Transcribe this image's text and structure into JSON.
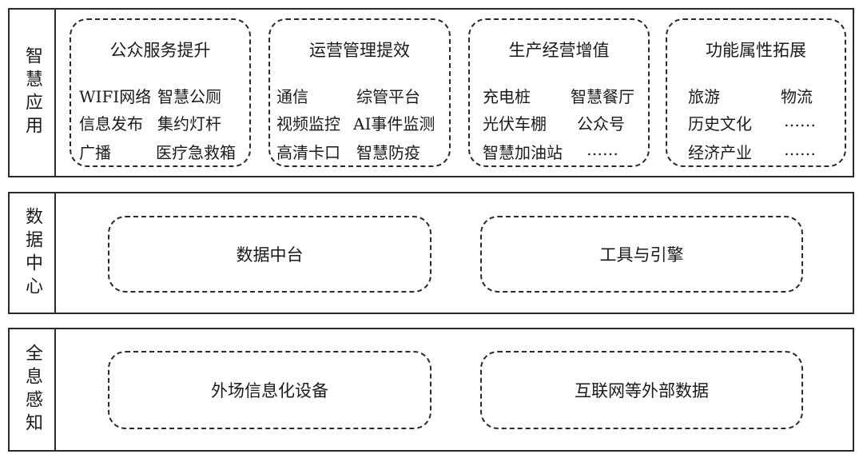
{
  "layers": [
    {
      "label": "智慧应用",
      "groups": [
        {
          "title": "公众服务提升",
          "rows": [
            [
              "WIFI网络",
              "智慧公厕"
            ],
            [
              "信息发布",
              "集约灯杆"
            ],
            [
              "广播",
              "医疗急救箱"
            ]
          ]
        },
        {
          "title": "运营管理提效",
          "rows": [
            [
              "通信",
              "综管平台"
            ],
            [
              "视频监控",
              "AI事件监测"
            ],
            [
              "高清卡口",
              "智慧防疫"
            ]
          ]
        },
        {
          "title": "生产经营增值",
          "rows": [
            [
              "充电桩",
              "智慧餐厅"
            ],
            [
              "光伏车棚",
              "公众号"
            ],
            [
              "智慧加油站",
              "……"
            ]
          ]
        },
        {
          "title": "功能属性拓展",
          "rows": [
            [
              "旅游",
              "物流"
            ],
            [
              "历史文化",
              "……"
            ],
            [
              "经济产业",
              "……"
            ]
          ]
        }
      ]
    },
    {
      "label": "数据中心",
      "boxes": [
        "数据中台",
        "工具与引擎"
      ]
    },
    {
      "label": "全息感知",
      "boxes": [
        "外场信息化设备",
        "互联网等外部数据"
      ]
    }
  ]
}
